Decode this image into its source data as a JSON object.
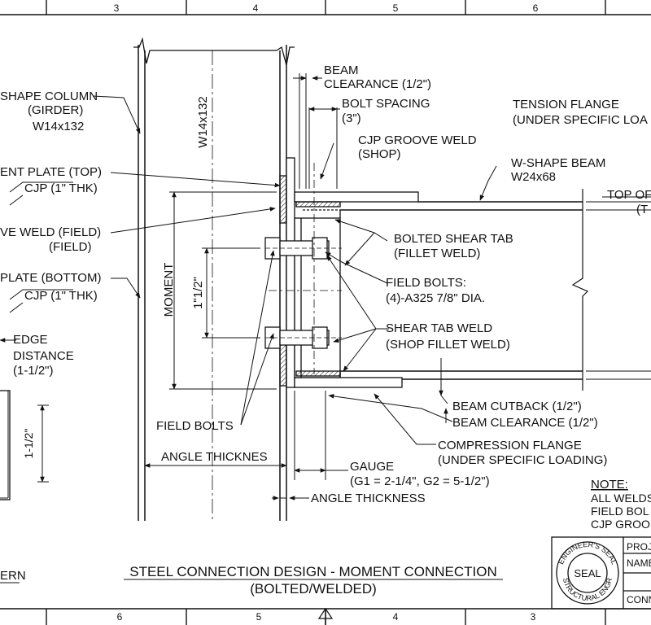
{
  "border": {
    "top_numbers": [
      "3",
      "4",
      "5",
      "6"
    ],
    "bottom_numbers": [
      "6",
      "5",
      "4",
      "3"
    ]
  },
  "labels": {
    "column_1": "SHAPE COLUMN",
    "column_2": "(GIRDER)",
    "column_3": "W14x132",
    "column_vertical": "W14x132",
    "plate_top_1": "ENT PLATE (TOP)",
    "plate_top_2": "CJP (1\" THK)",
    "weld_field_1": "VE WELD (FIELD)",
    "weld_field_2": "(FIELD)",
    "plate_bottom_1": "PLATE (BOTTOM)",
    "plate_bottom_2": "CJP (1\" THK)",
    "edge_1": "EDGE",
    "edge_2": "DISTANCE",
    "edge_3": "(1-1/2\")",
    "left_dim": "1-1/2\"",
    "pattern": "ERN",
    "moment": "MOMENT",
    "bolt_dim": "1\"1/2\"",
    "field_bolts_left": "FIELD BOLTS",
    "angle_thickness_h": "ANGLE THICKNES",
    "beam_clearance_top_1": "BEAM",
    "beam_clearance_top_2": "CLEARANCE (1/2\")",
    "bolt_spacing_1": "BOLT SPACING",
    "bolt_spacing_2": "(3\")",
    "cjp_1": "CJP GROOVE WELD",
    "cjp_2": "(SHOP)",
    "tension_1": "TENSION FLANGE",
    "tension_2": "(UNDER SPECIFIC LOA",
    "wshape_1": "W-SHAPE BEAM",
    "wshape_2": "W24x68",
    "top_of_1": "TOP OF",
    "top_of_2": "(T",
    "shear_tab_1": "BOLTED SHEAR TAB",
    "shear_tab_2": "(FILLET WELD)",
    "field_bolts_1": "FIELD BOLTS:",
    "field_bolts_2": "(4)-A325  7/8\" DIA.",
    "shear_weld_1": "SHEAR TAB WELD",
    "shear_weld_2": "(SHOP FILLET WELD)",
    "cutback": "BEAM CUTBACK (1/2\")",
    "clearance_bottom": "BEAM CLEARANCE (1/2\")",
    "compression_1": "COMPRESSION FLANGE",
    "compression_2": "(UNDER SPECIFIC LOADING)",
    "gauge_1": "GAUGE",
    "gauge_2": "(G1 = 2-1/4\", G2 = 5-1/2\")",
    "angle_thickness": "ANGLE THICKNESS",
    "note_title": "NOTE:",
    "note_1": "ALL WELDS",
    "note_2": "FIELD BOL",
    "note_3": "CJP GROO",
    "title_1": "STEEL CONNECTION DESIGN - MOMENT CONNECTION",
    "title_2": "(BOLTED/WELDED)"
  },
  "seal": {
    "ring_top": "ENGINEER'S SEAL",
    "center": "SEAL",
    "ring_bottom": "STRUCTURAL ENGR"
  },
  "title_block": {
    "row_1": "PROJ",
    "row_2": "NAME",
    "row_3": "CONN"
  }
}
